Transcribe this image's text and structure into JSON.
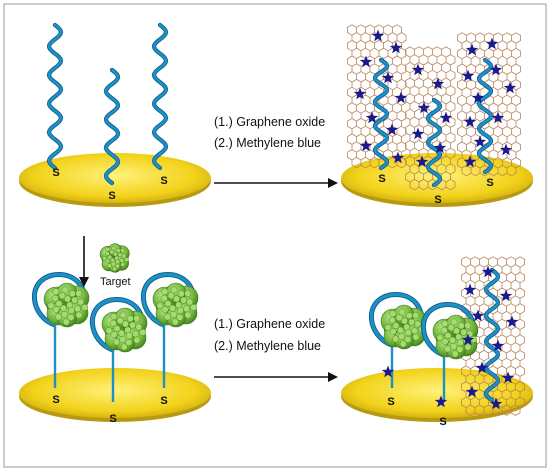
{
  "steps": {
    "top_step1": "(1.) Graphene oxide",
    "top_step2": "(2.) Methylene blue",
    "bottom_step1": "(1.) Graphene oxide",
    "bottom_step2": "(2.) Methylene blue"
  },
  "target_label": "Target",
  "thiol_label": "S",
  "colors": {
    "frame": "#9a9a9a",
    "electrode": "#f2d21a",
    "electrode_edge": "#b89a10",
    "dna": "#1e90c8",
    "dna_dark": "#0d5f8a",
    "graphene": "#b9845a",
    "star": "#1a1a8c",
    "protein": "#7cc043",
    "protein_dark": "#3e7a1e",
    "arrow": "#111111"
  },
  "icons": [
    "methylene-blue-star-icon",
    "protein-target-icon",
    "graphene-oxide-sheet-icon"
  ]
}
